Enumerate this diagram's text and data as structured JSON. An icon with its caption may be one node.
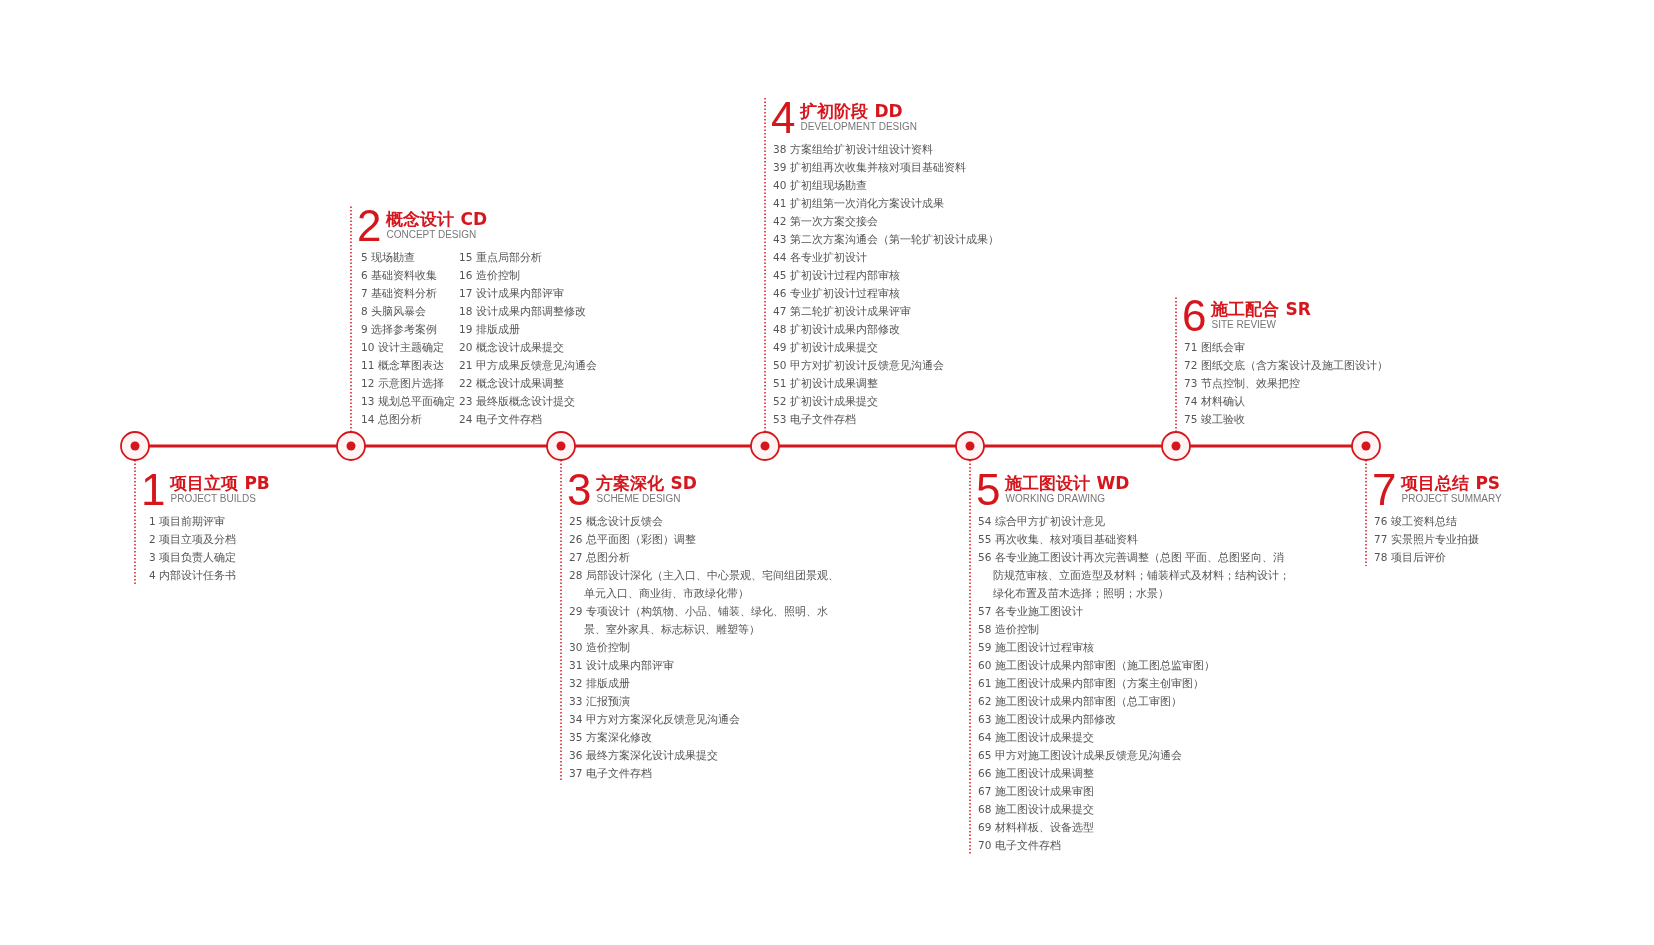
{
  "diagram": {
    "nodes": [
      {
        "text": [],
        "shape": "circle"
      },
      {
        "text": [],
        "shape": "circle"
      },
      {
        "text": [],
        "shape": "circle"
      },
      {
        "text": [],
        "shape": "circle"
      },
      {
        "text": [],
        "shape": "circle"
      },
      {
        "text": [],
        "shape": "circle"
      },
      {
        "text": [],
        "shape": "circle"
      },
      {
        "text": [
          "1",
          "项目立项 PB",
          "PROJECT BUILDS",
          "1 项目前期评审",
          "2 项目立项及分档",
          "3 项目负责人确定",
          "4 内部设计任务书"
        ]
      },
      {
        "text": [
          "2",
          "概念设计 CD",
          "CONCEPT DESIGN",
          "5 现场勘查",
          "6 基础资料收集",
          "7 基础资料分析",
          "8 头脑风暴会",
          "9 选择参考案例",
          "10 设计主题确定",
          "11 概念草图表达",
          "12 示意图片选择",
          "13 规划总平面确定",
          "14 总图分析",
          "15 重点局部分析",
          "16 造价控制",
          "17 设计成果内部评审",
          "18 设计成果内部调整修改",
          "19 排版成册",
          "20 概念设计成果提交",
          "21 甲方成果反馈意见沟通会",
          "22 概念设计成果调整",
          "23 最终版概念设计提交",
          "24 电子文件存档"
        ]
      },
      {
        "text": [
          "3",
          "方案深化 SD",
          "SCHEME DESIGN",
          "25 概念设计反馈会",
          "26 总平面图（彩图）调整",
          "27 总图分析",
          "28 局部设计深化（主入口、中心景观、宅间组团景观、单元入口、商业街、市政绿化带）",
          "29 专项设计（构筑物、小品、铺装、绿化、照明、水景、室外家具、标志标识、雕塑等）",
          "30 造价控制",
          "31 设计成果内部评审",
          "32 排版成册",
          "33 汇报预演",
          "34 甲方对方案深化反馈意见沟通会",
          "35 方案深化修改",
          "36 最终方案深化设计成果提交",
          "37 电子文件存档"
        ]
      },
      {
        "text": [
          "4",
          "扩初阶段 DD",
          "DEVELOPMENT DESIGN",
          "38 方案组给扩初设计组设计资料",
          "39 扩初组再次收集并核对项目基础资料",
          "40 扩初组现场勘查",
          "41 扩初组第一次消化方案设计成果",
          "42 第一次方案交接会",
          "43 第二次方案沟通会（第一轮扩初设计成果）",
          "44 各专业扩初设计",
          "45 扩初设计过程内部审核",
          "46 专业扩初设计过程审核",
          "47 第二轮扩初设计成果评审",
          "48 扩初设计成果内部修改",
          "49 扩初设计成果提交",
          "50 甲方对扩初设计反馈意见沟通会",
          "51 扩初设计成果调整",
          "52 扩初设计成果提交",
          "53 电子文件存档"
        ]
      },
      {
        "text": [
          "5",
          "施工图设计 WD",
          "WORKING DRAWING",
          "54 综合甲方扩初设计意见",
          "55 再次收集、核对项目基础资料",
          "56 各专业施工图设计再次完善调整（总图 平面、总图竖向、消防规范审核、立面造型及材料；铺装样式及材料；结构设计；绿化布置及苗木选择；照明；水景）",
          "57 各专业施工图设计",
          "58 造价控制",
          "59 施工图设计过程审核",
          "60 施工图设计成果内部审图（施工图总监审图）",
          "61 施工图设计成果内部审图（方案主创审图）",
          "62 施工图设计成果内部审图（总工审图）",
          "63 施工图设计成果内部修改",
          "64 施工图设计成果提交",
          "65 甲方对施工图设计成果反馈意见沟通会",
          "66 施工图设计成果调整",
          "67 施工图设计成果审图",
          "68 施工图设计成果提交",
          "69 材料样板、设备选型",
          "70 电子文件存档"
        ]
      },
      {
        "text": [
          "6",
          "施工配合 SR",
          "SITE REVIEW",
          "71 图纸会审",
          "72 图纸交底（含方案设计及施工图设计）",
          "73 节点控制、效果把控",
          "74 材料确认",
          "75 竣工验收"
        ]
      },
      {
        "text": [
          "7",
          "项目总结 PS",
          "PROJECT SUMMARY",
          "76 竣工资料总结",
          "77 实景照片专业拍摄",
          "78 项目后评价"
        ]
      }
    ],
    "edges": [
      {
        "from": 0,
        "to": 1,
        "arrow": "none"
      },
      {
        "from": 1,
        "to": 2,
        "arrow": "none"
      },
      {
        "from": 2,
        "to": 3,
        "arrow": "none"
      },
      {
        "from": 3,
        "to": 4,
        "arrow": "none"
      },
      {
        "from": 4,
        "to": 5,
        "arrow": "none"
      },
      {
        "from": 5,
        "to": 6,
        "arrow": "none"
      },
      {
        "from": 0,
        "to": 7,
        "arrow": "none",
        "style": "dashed"
      },
      {
        "from": 1,
        "to": 8,
        "arrow": "none",
        "style": "dashed"
      },
      {
        "from": 2,
        "to": 9,
        "arrow": "none",
        "style": "dashed"
      },
      {
        "from": 3,
        "to": 10,
        "arrow": "none",
        "style": "dashed"
      },
      {
        "from": 4,
        "to": 11,
        "arrow": "none",
        "style": "dashed"
      },
      {
        "from": 5,
        "to": 12,
        "arrow": "none",
        "style": "dashed"
      },
      {
        "from": 6,
        "to": 13,
        "arrow": "none",
        "style": "dashed"
      }
    ]
  }
}
